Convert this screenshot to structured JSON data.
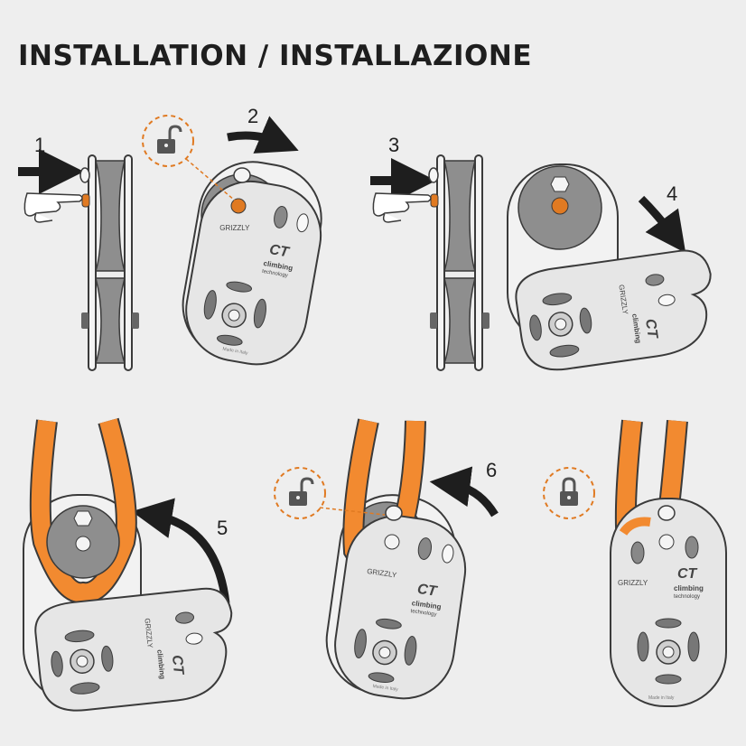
{
  "title": "INSTALLATION / INSTALLAZIONE",
  "steps": [
    {
      "number": "1"
    },
    {
      "number": "2"
    },
    {
      "number": "3"
    },
    {
      "number": "4"
    },
    {
      "number": "5"
    },
    {
      "number": "6"
    }
  ],
  "device": {
    "model": "GRIZZLY",
    "logo": "CT",
    "brand_line1": "climbing",
    "brand_line2": "technology",
    "made_in": "Made in Italy"
  },
  "colors": {
    "background": "#eeeeee",
    "rope": "#f28a30",
    "accent": "#e07a22",
    "outline": "#3a3a3a",
    "plate": "#e6e6e6",
    "sheave": "#8e8e8e"
  },
  "icons": {
    "unlock": "padlock-open-icon",
    "lock": "padlock-closed-icon",
    "arrow": "curved-arrow-icon",
    "hand": "pointing-hand-icon"
  }
}
